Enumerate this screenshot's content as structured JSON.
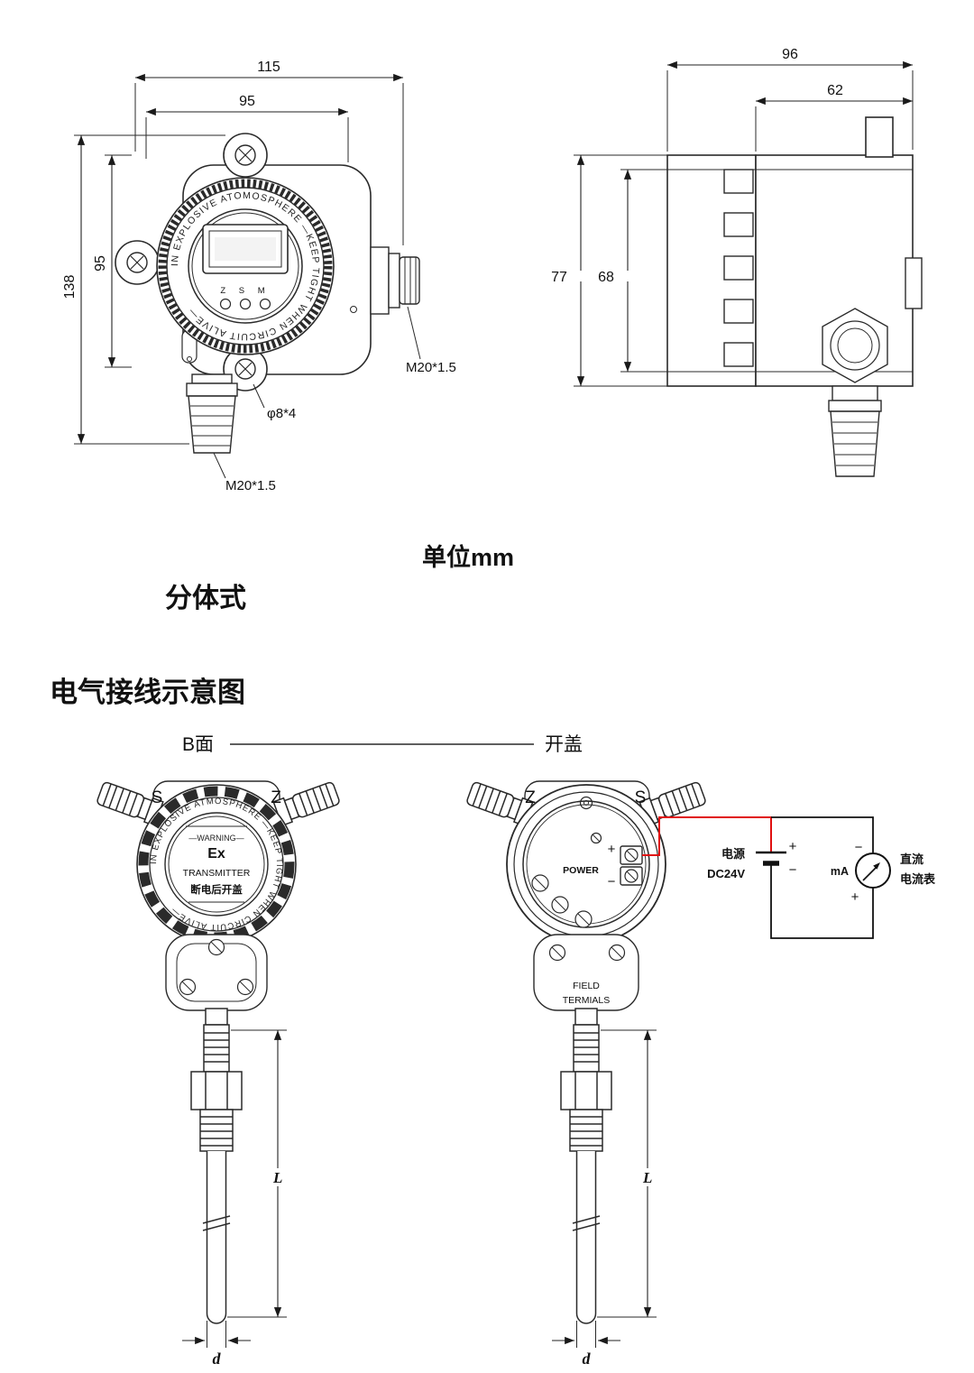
{
  "headings": {
    "unit": "单位mm",
    "type": "分体式",
    "wiring": "电气接线示意图"
  },
  "front_view": {
    "dim_width_outer": "115",
    "dim_width_inner": "95",
    "dim_height_outer": "138",
    "dim_height_inner": "95",
    "gland_side": "M20*1.5",
    "gland_bottom": "M20*1.5",
    "mount_holes": "φ8*4",
    "ring_text": "IN EXPLOSIVE ATOMOSPHERE —KEEP TIGHT WHEN CIRCUIT ALIVE—",
    "keys": "Z S M"
  },
  "side_view": {
    "dim_width_outer": "96",
    "dim_width_inner": "62",
    "dim_height_outer": "77",
    "dim_height_inner": "68"
  },
  "wiring": {
    "label_b_side": "B面",
    "label_open_cover": "开盖",
    "closed_device": {
      "letter_left": "S",
      "letter_right": "Z",
      "ring_text": "IN EXPLOSIVE ATMOSPHERE —KEEP TIGHT WHEN CIRCUIT ALIVE—",
      "warning": "—WARNING—",
      "ex_mark": "Ex",
      "transmitter": "TRANSMITTER",
      "note": "断电后开盖",
      "dim_length": "L",
      "dim_diameter": "d"
    },
    "open_device": {
      "letter_left": "Z",
      "letter_right": "S",
      "power_label": "POWER",
      "terminal_plus": "+",
      "terminal_minus": "−",
      "field_line1": "FIELD",
      "field_line2": "TERMIALS",
      "dim_length": "L",
      "dim_diameter": "d"
    },
    "circuit": {
      "supply_name": "电源",
      "supply_value": "DC24V",
      "battery_plus": "+",
      "battery_minus": "−",
      "meter_unit": "mA",
      "meter_minus": "−",
      "meter_plus": "+",
      "meter_name1": "直流",
      "meter_name2": "电流表"
    }
  }
}
